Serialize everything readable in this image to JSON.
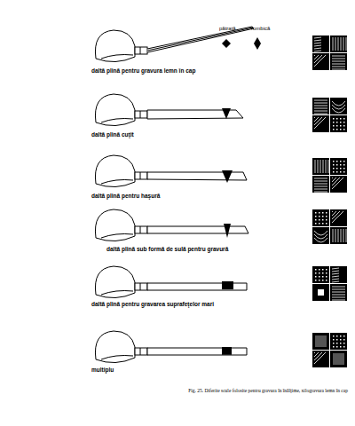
{
  "diagram": {
    "caption": "Fig. 25. Diferite scule folosite pentru gravura în înălţime, xilogravura lemn în cap",
    "labels": [
      "pătrată",
      "rombică",
      "daltă plină pentru gravura lemn în cap",
      "daltă plină cuţit",
      "daltă plină pentru haşură",
      "daltă plină sub formă de sulă pentru gravură",
      "daltă plină pentru gravarea suprafeţelor mari",
      "multiplu"
    ]
  }
}
